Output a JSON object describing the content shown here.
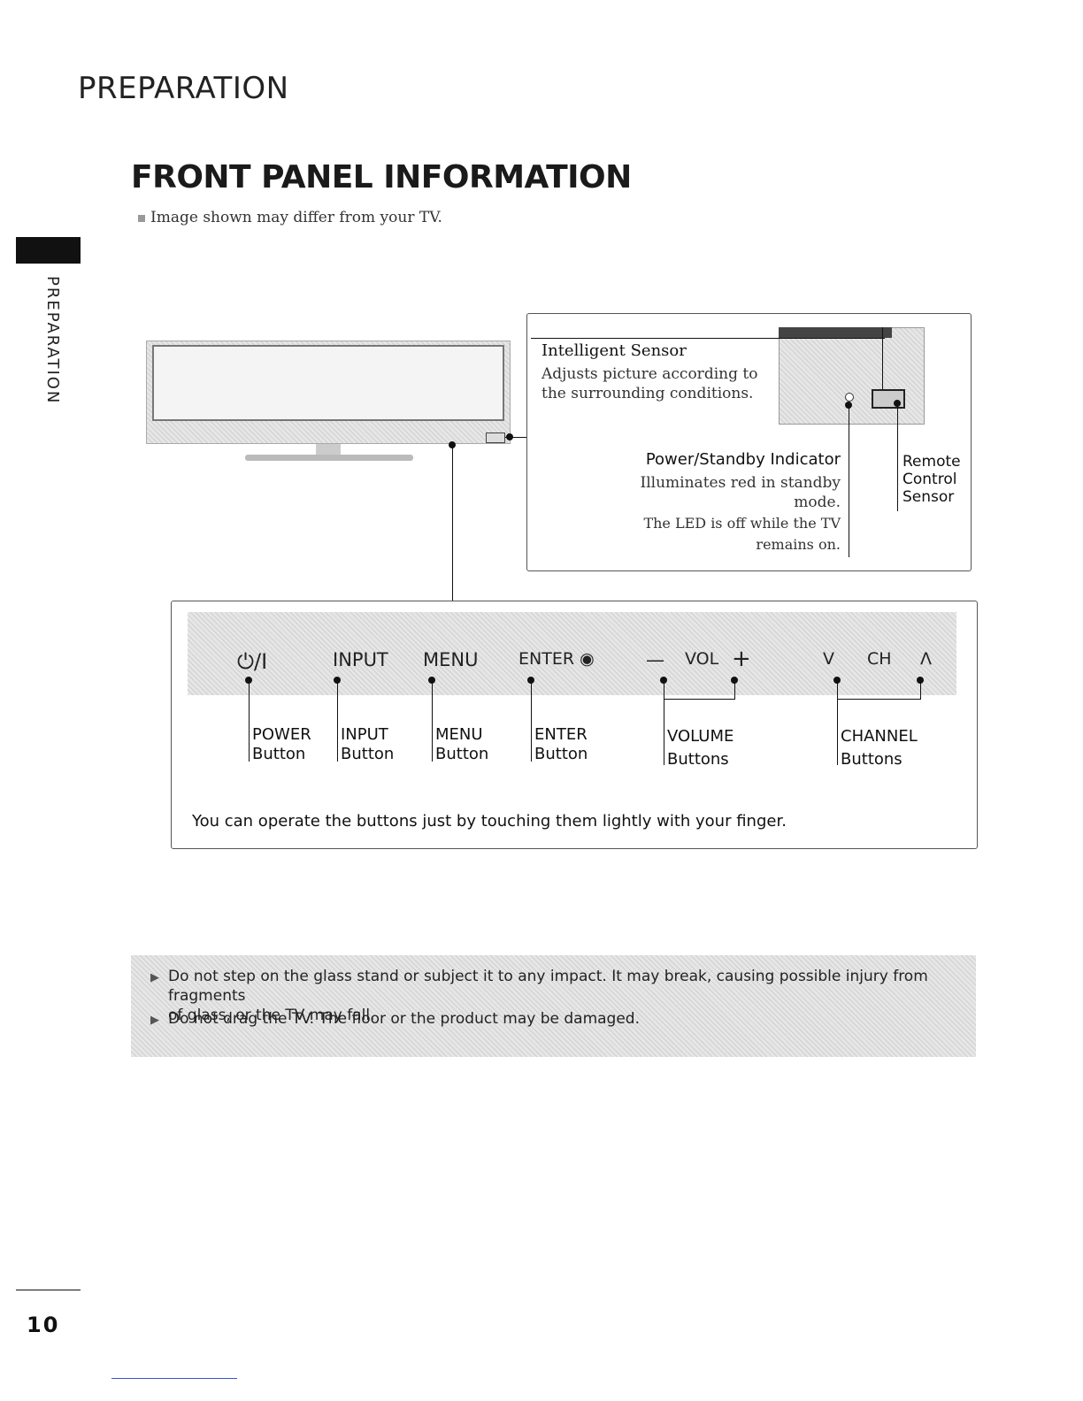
{
  "header": {
    "section": "PREPARATION"
  },
  "side_tab": {
    "label": "PREPARATION"
  },
  "page": {
    "title": "FRONT PANEL INFORMATION",
    "note": "Image shown may differ from your TV.",
    "number": "10"
  },
  "callout": {
    "intelligent_sensor": {
      "title": "Intelligent Sensor",
      "desc_line1": "Adjusts picture according to",
      "desc_line2": "the surrounding conditions."
    },
    "power_indicator": {
      "title": "Power/Standby Indicator",
      "desc_line1": "Illuminates red in standby",
      "desc_line2": "mode.",
      "note_line1": "The LED is off while the TV",
      "note_line2": "remains on."
    },
    "remote_sensor": {
      "line1": "Remote",
      "line2": "Control",
      "line3": "Sensor"
    }
  },
  "touch_strip": {
    "power": "⏻/I",
    "input": "INPUT",
    "menu": "MENU",
    "enter": "ENTER ◉",
    "vol_minus": "—",
    "vol": "VOL",
    "vol_plus": "+",
    "ch_down": "V",
    "ch": "CH",
    "ch_up": "Λ"
  },
  "buttons": [
    {
      "line1": "POWER",
      "line2": "Button"
    },
    {
      "line1": "INPUT",
      "line2": "Button"
    },
    {
      "line1": "MENU",
      "line2": "Button"
    },
    {
      "line1": "ENTER",
      "line2": "Button"
    },
    {
      "line1": "VOLUME",
      "line2": "Buttons"
    },
    {
      "line1": "CHANNEL",
      "line2": "Buttons"
    }
  ],
  "operate_note": "You can operate the buttons just by touching them lightly with your finger.",
  "warnings": [
    {
      "line1": "Do not step on the glass stand or subject it to any impact. It may break, causing possible injury from fragments",
      "line2": "of glass, or the TV may fall."
    },
    {
      "line1": "Do not drag the TV. The floor or the product may be damaged."
    }
  ]
}
